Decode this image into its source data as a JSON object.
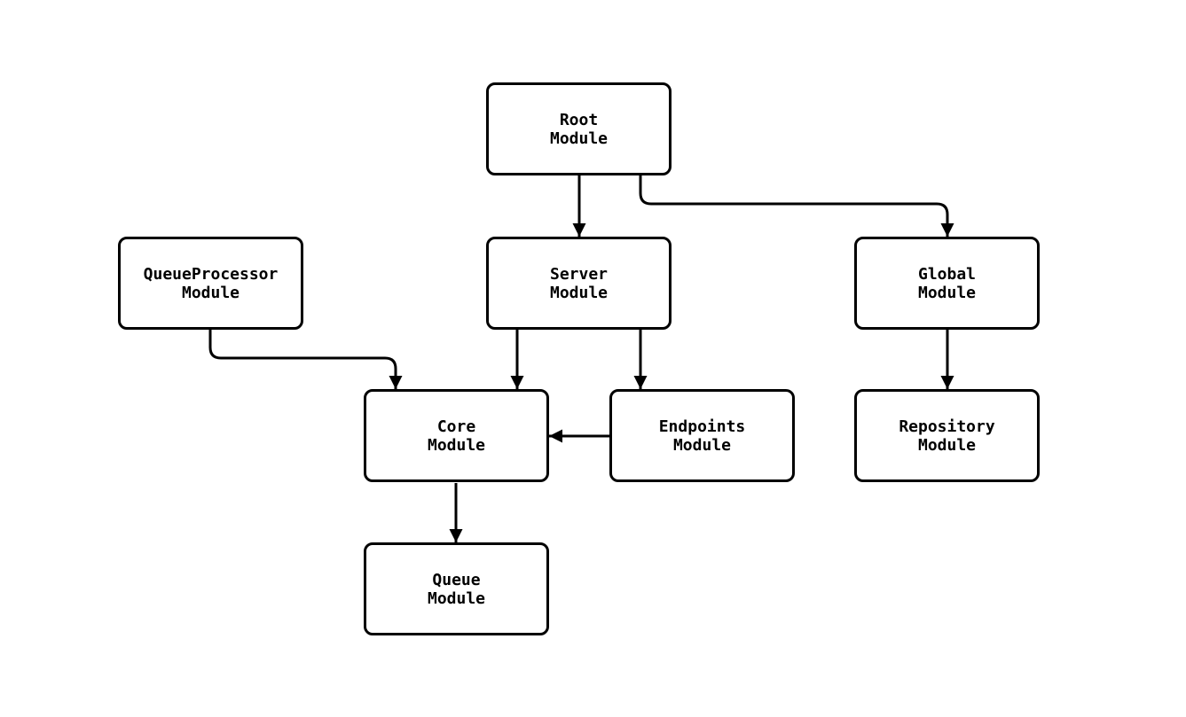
{
  "diagram": {
    "type": "flowchart",
    "background_color": "#ffffff",
    "node_fill_color": "#ffffff",
    "node_border_color": "#000000",
    "edge_color": "#000000",
    "text_color": "#000000",
    "nodes": [
      {
        "id": "root",
        "label": "Root\nModule"
      },
      {
        "id": "queueprocessor",
        "label": "QueueProcessor\nModule"
      },
      {
        "id": "server",
        "label": "Server\nModule"
      },
      {
        "id": "global",
        "label": "Global\nModule"
      },
      {
        "id": "core",
        "label": "Core\nModule"
      },
      {
        "id": "endpoints",
        "label": "Endpoints\nModule"
      },
      {
        "id": "repository",
        "label": "Repository\nModule"
      },
      {
        "id": "queue",
        "label": "Queue\nModule"
      }
    ],
    "edges": [
      {
        "from": "root",
        "to": "server"
      },
      {
        "from": "root",
        "to": "global"
      },
      {
        "from": "queueprocessor",
        "to": "core"
      },
      {
        "from": "server",
        "to": "core"
      },
      {
        "from": "server",
        "to": "endpoints"
      },
      {
        "from": "global",
        "to": "repository"
      },
      {
        "from": "endpoints",
        "to": "core"
      },
      {
        "from": "core",
        "to": "queue"
      }
    ]
  }
}
